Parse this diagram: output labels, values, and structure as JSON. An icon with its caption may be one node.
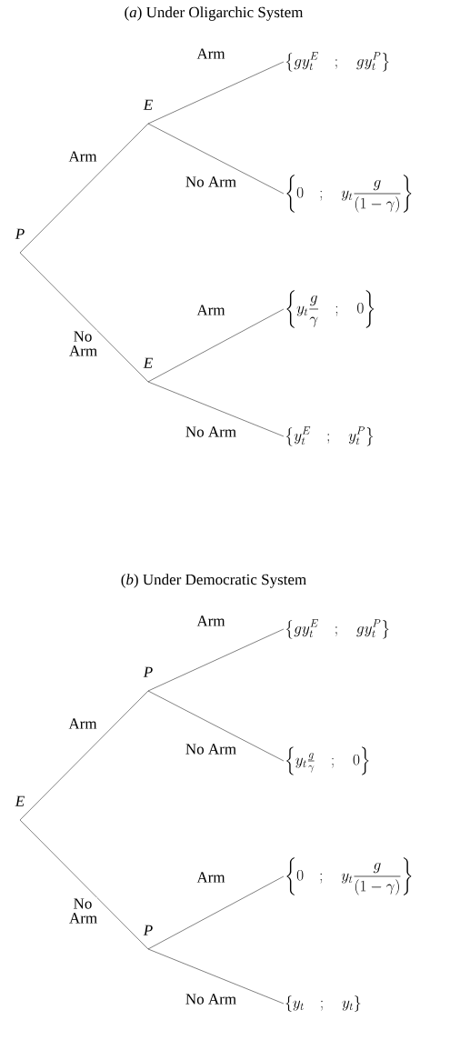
{
  "diagram": {
    "nodes": [
      {
        "text": [
          "P"
        ]
      },
      {
        "text": [
          "E"
        ]
      },
      {
        "text": [
          "E"
        ]
      },
      {
        "text": [
          "\\left\\{ g y_t^E \\quad ; \\quad g y_t^P \\right\\}"
        ]
      },
      {
        "text": [
          "\\left\\{ 0 \\quad ; \\quad y_t \\frac{g}{(1-\\gamma)} \\right\\}"
        ]
      },
      {
        "text": [
          "\\left\\{ y_t \\frac{g}{\\gamma} \\quad ; \\quad 0 \\right\\}"
        ]
      },
      {
        "text": [
          "\\left\\{ y_t^E \\quad ; \\quad y_t^P \\right\\}"
        ]
      },
      {
        "text": [
          "E"
        ]
      },
      {
        "text": [
          "P"
        ]
      },
      {
        "text": [
          "P"
        ]
      },
      {
        "text": [
          "\\left\\{ g y_t^E \\quad ; \\quad g y_t^P \\right\\}"
        ]
      },
      {
        "text": [
          "\\left\\{ y_t \\tfrac{g}{\\gamma} \\quad ; \\quad 0 \\right\\}"
        ]
      },
      {
        "text": [
          "\\left\\{ 0 \\quad ; \\quad y_t \\frac{g}{(1-\\gamma)} \\right\\}"
        ]
      },
      {
        "text": [
          "\\left\\{ y_t \\quad ; \\quad y_t \\right\\}"
        ]
      }
    ],
    "edges": [
      {
        "from": 0,
        "to": 1,
        "arrow": "none",
        "label": "Arm"
      },
      {
        "from": 0,
        "to": 2,
        "arrow": "none",
        "label": "No Arm"
      },
      {
        "from": 1,
        "to": 3,
        "arrow": "none",
        "label": "Arm"
      },
      {
        "from": 1,
        "to": 4,
        "arrow": "none",
        "label": "No Arm"
      },
      {
        "from": 2,
        "to": 5,
        "arrow": "none",
        "label": "Arm"
      },
      {
        "from": 2,
        "to": 6,
        "arrow": "none",
        "label": "No Arm"
      },
      {
        "from": 7,
        "to": 8,
        "arrow": "none",
        "label": "Arm"
      },
      {
        "from": 7,
        "to": 9,
        "arrow": "none",
        "label": "No Arm"
      },
      {
        "from": 8,
        "to": 10,
        "arrow": "none",
        "label": "Arm"
      },
      {
        "from": 8,
        "to": 11,
        "arrow": "none",
        "label": "No Arm"
      },
      {
        "from": 9,
        "to": 12,
        "arrow": "none",
        "label": "Arm"
      },
      {
        "from": 9,
        "to": 13,
        "arrow": "none",
        "label": "No Arm"
      }
    ],
    "labels": [
      "(*a*) Under Oligarchic System",
      "(*b*) Under Democratic System"
    ]
  }
}
